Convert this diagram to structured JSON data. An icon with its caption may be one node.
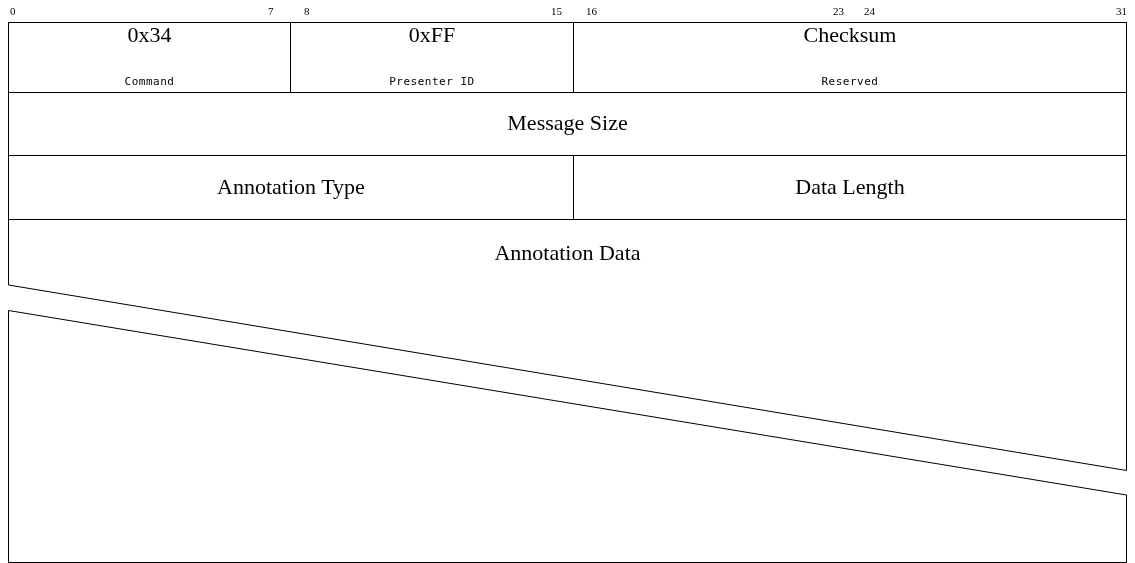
{
  "diagram": {
    "nodes": [
      {
        "text": [
          "0x34",
          "Command"
        ]
      },
      {
        "text": [
          "0xFF",
          "Presenter ID"
        ]
      },
      {
        "text": [
          "Checksum",
          "Reserved"
        ]
      },
      {
        "text": [
          "Message Size"
        ]
      },
      {
        "text": [
          "Annotation Type"
        ]
      },
      {
        "text": [
          "Data Length"
        ]
      },
      {
        "text": [
          "Annotation Data"
        ]
      },
      {
        "text": [],
        "shape": "box"
      }
    ],
    "labels": [
      "0",
      "7",
      "8",
      "15",
      "16",
      "23",
      "24",
      "31"
    ]
  }
}
